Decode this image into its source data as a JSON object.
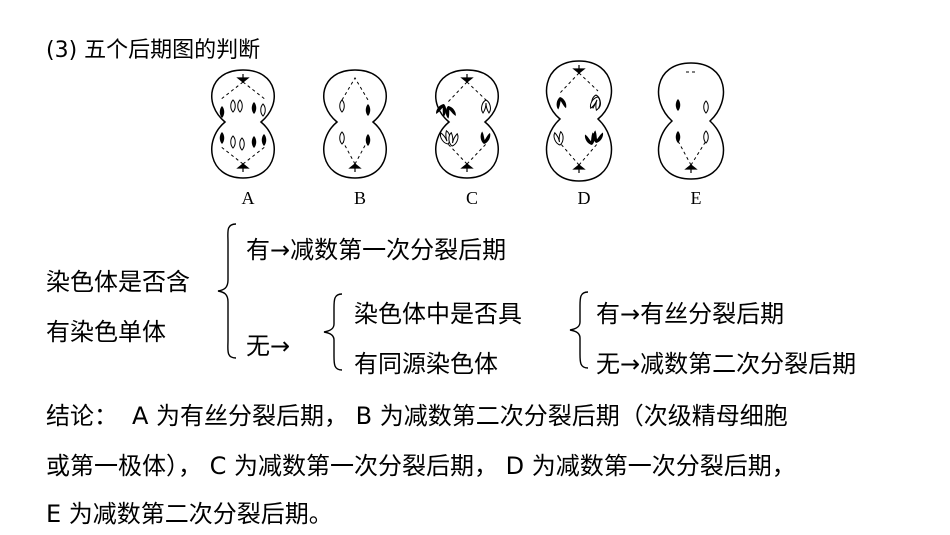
{
  "heading": "(3) 五个后期图的判断",
  "figure": {
    "labels": [
      "A",
      "B",
      "C",
      "D",
      "E"
    ]
  },
  "tree": {
    "root_line1": "染色体是否含",
    "root_line2": "有染色单体",
    "yes": "有→减数第一次分裂后期",
    "no": "无→",
    "sub_line1": "染色体中是否具",
    "sub_line2": "有同源染色体",
    "sub_yes": "有→有丝分裂后期",
    "sub_no": "无→减数第二次分裂后期"
  },
  "conclusion": {
    "lead": "结论：",
    "line1_rest": "A 为有丝分裂后期， B 为减数第二次分裂后期（次级精母细胞",
    "line2": "或第一极体）， C 为减数第一次分裂后期， D 为减数第一次分裂后期，",
    "line3": "E 为减数第二次分裂后期。"
  }
}
